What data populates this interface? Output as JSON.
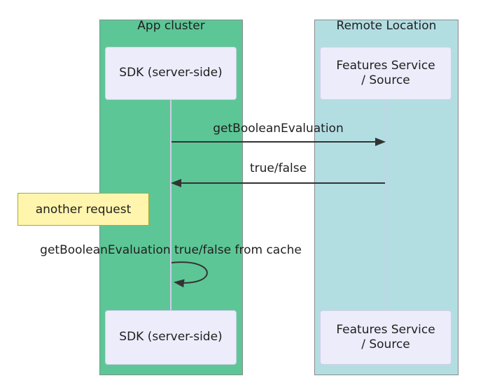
{
  "diagram": {
    "type": "sequence",
    "groups": [
      {
        "label": "App cluster"
      },
      {
        "label": "Remote Location"
      }
    ],
    "actors": {
      "left_top": "SDK (server-side)",
      "left_bottom": "SDK (server-side)",
      "right_top": "Features Service\n/ Source",
      "right_bottom": "Features Service\n/ Source"
    },
    "messages": [
      {
        "label": "getBooleanEvaluation",
        "from": "SDK (server-side)",
        "to": "Features Service / Source",
        "direction": "right"
      },
      {
        "label": "true/false",
        "from": "Features Service / Source",
        "to": "SDK (server-side)",
        "direction": "left"
      },
      {
        "label": "getBooleanEvaluation true/false from cache",
        "from": "SDK (server-side)",
        "to": "SDK (server-side)",
        "direction": "self"
      }
    ],
    "note": {
      "label": "another request",
      "position": "left of SDK (server-side)"
    }
  },
  "colors": {
    "app_cluster_bg": "#5dc696",
    "remote_location_bg": "#b2dee2",
    "actor_bg": "#ececfb",
    "actor_border": "#cfcfe8",
    "note_bg": "#fff5ad",
    "note_border": "#aaaa33",
    "lifeline_color": "#cdcde6",
    "arrow_color": "#333333",
    "frame_border": "#8a8a8a",
    "text_color": "#1f1f1f"
  }
}
